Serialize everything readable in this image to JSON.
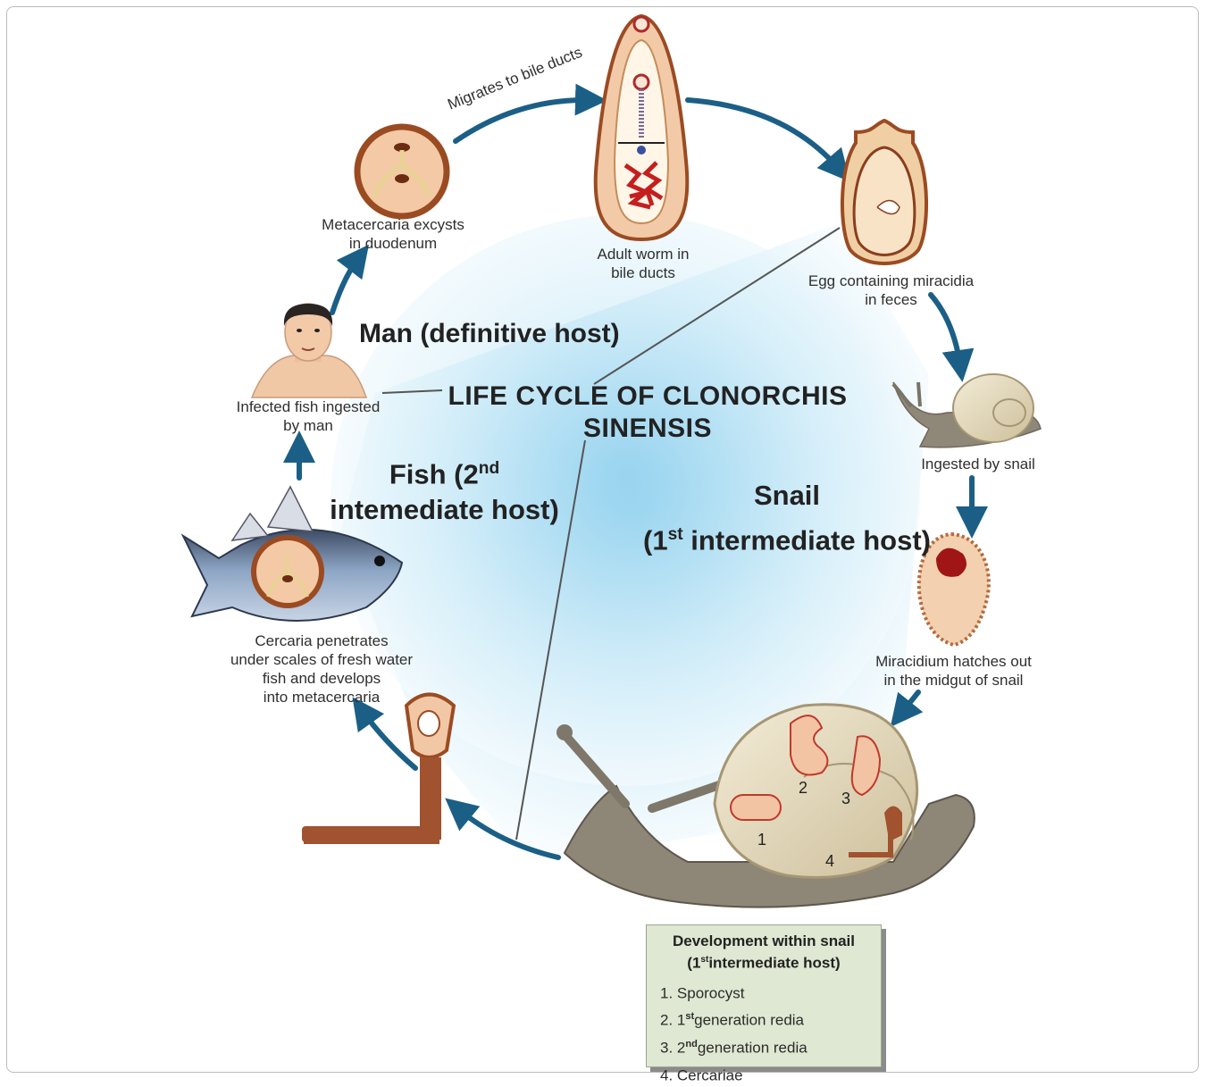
{
  "title": {
    "line1": "LIFE CYCLE OF CLONORCHIS",
    "line2": "SINENSIS"
  },
  "hosts": {
    "man": "Man (definitive host)",
    "fish": {
      "pre": "Fish (2",
      "sup": "nd",
      "post": "",
      "line2": "intemediate host)"
    },
    "snail": {
      "line1": "Snail",
      "pre": "(1",
      "sup": "st",
      "post": " intermediate host)"
    }
  },
  "stages": {
    "migrates": "Migrates to bile ducts",
    "adult_worm": {
      "line1": "Adult worm in",
      "line2": "bile ducts"
    },
    "egg": {
      "line1": "Egg containing miracidia",
      "line2": "in feces"
    },
    "ingested_snail": "Ingested by snail",
    "miracidium": {
      "line1": "Miracidium hatches out",
      "line2": "in the midgut of snail"
    },
    "cercaria": {
      "line1": "Cercaria penetrates",
      "line2": "under scales of fresh water",
      "line3": "fish and develops",
      "line4": "into metacercaria"
    },
    "infected_fish": {
      "line1": "Infected fish ingested",
      "line2": "by man"
    },
    "metacercaria": {
      "line1": "Metacercaria excysts",
      "line2": "in duodenum"
    }
  },
  "snail_numbers": [
    "1",
    "2",
    "3",
    "4"
  ],
  "development": {
    "heading1": "Development within snail",
    "heading2_pre": "(1",
    "heading2_sup": "st",
    "heading2_post": "intermediate host)",
    "items": [
      {
        "pre": "1. Sporocyst",
        "sup": "",
        "post": ""
      },
      {
        "pre": "2. 1",
        "sup": "st",
        "post": "generation redia"
      },
      {
        "pre": "3. 2",
        "sup": "nd",
        "post": "generation redia"
      },
      {
        "pre": "4. Cercariae",
        "sup": "",
        "post": ""
      }
    ]
  },
  "colors": {
    "arrow": "#1b5f86",
    "bg_blue": "#9fd6ee",
    "box": "#dfe8d2",
    "worm": "#a1522e",
    "shell": "#e7dcc0"
  }
}
